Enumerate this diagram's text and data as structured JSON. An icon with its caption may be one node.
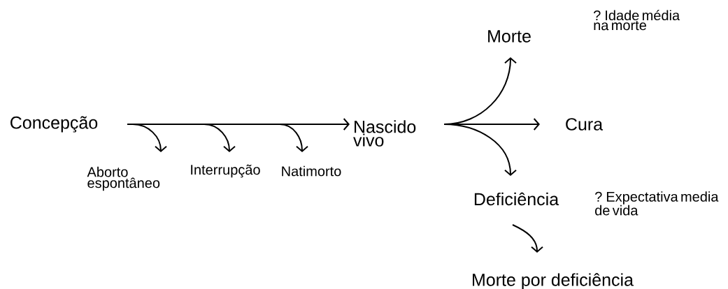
{
  "diagram": {
    "nodes": [
      {
        "text": [
          "Concepção"
        ]
      },
      {
        "text": [
          "Aborto espontâneo"
        ]
      },
      {
        "text": [
          "Interrupção"
        ]
      },
      {
        "text": [
          "Natimorto"
        ]
      },
      {
        "text": [
          "Nascido vivo"
        ]
      },
      {
        "text": [
          "Morte"
        ],
        "beside": [
          "? Idade média na morte"
        ]
      },
      {
        "text": [
          "Cura"
        ]
      },
      {
        "text": [
          "Deficiência"
        ],
        "beside": [
          "? Expectativa media de vida"
        ]
      },
      {
        "text": [
          "Morte por deficiência"
        ]
      }
    ],
    "edges": [
      {
        "from": 0,
        "to": 4,
        "arrow": "to"
      },
      {
        "from": 0,
        "to": 1,
        "arrow": "to"
      },
      {
        "from": 0,
        "to": 2,
        "arrow": "to"
      },
      {
        "from": 0,
        "to": 3,
        "arrow": "to"
      },
      {
        "from": 4,
        "to": 5,
        "arrow": "to"
      },
      {
        "from": 4,
        "to": 6,
        "arrow": "to"
      },
      {
        "from": 4,
        "to": 7,
        "arrow": "to"
      },
      {
        "from": 7,
        "to": 8,
        "arrow": "to"
      }
    ]
  }
}
